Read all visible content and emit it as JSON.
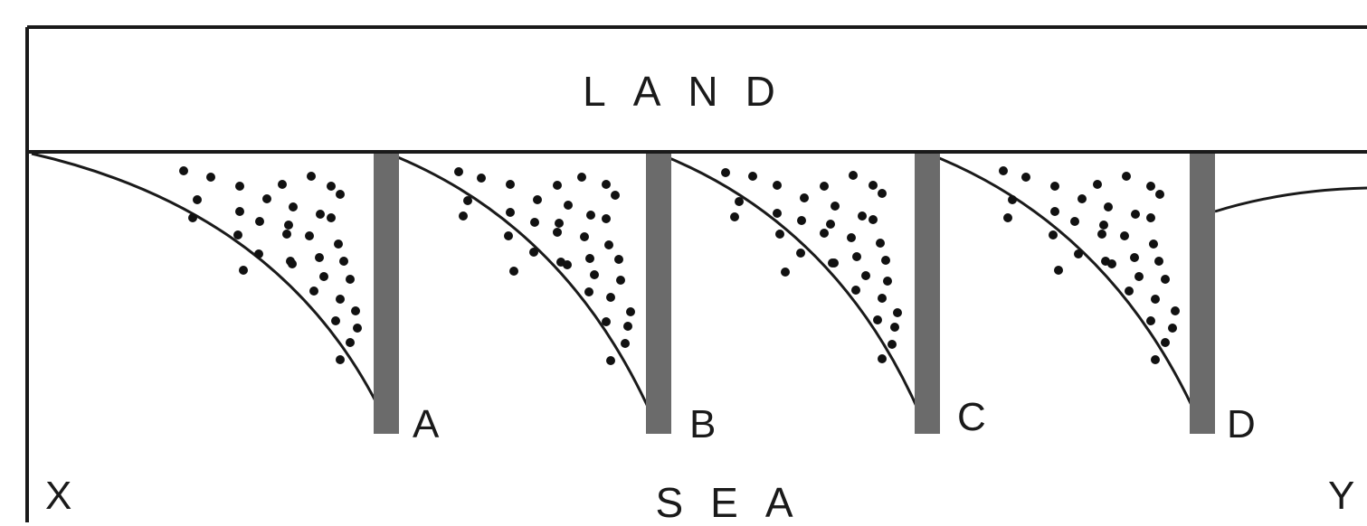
{
  "labels": {
    "land": "LAND",
    "sea": "SEA",
    "left_end": "X",
    "right_end": "Y"
  },
  "groynes": [
    {
      "label": "A"
    },
    {
      "label": "B"
    },
    {
      "label": "C"
    },
    {
      "label": "D"
    }
  ],
  "colors": {
    "outline": "#1a1a1a",
    "groyne": "#6b6b6b",
    "sediment": "#111111",
    "background": "#ffffff"
  }
}
